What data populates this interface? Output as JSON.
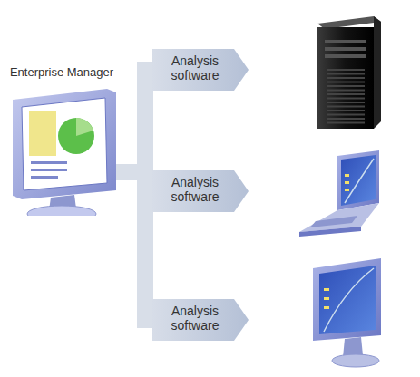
{
  "diagram": {
    "nodes": [
      {
        "text": [
          "Enterprise Manager"
        ]
      },
      {
        "text": [
          "Analysis software"
        ]
      },
      {
        "text": [
          "Analysis software"
        ]
      },
      {
        "text": [
          "Analysis software"
        ]
      }
    ],
    "edges": [
      {
        "from": 0,
        "to": 1,
        "arrow": "none"
      },
      {
        "from": 0,
        "to": 2,
        "arrow": "none"
      },
      {
        "from": 0,
        "to": 3,
        "arrow": "none"
      }
    ]
  }
}
